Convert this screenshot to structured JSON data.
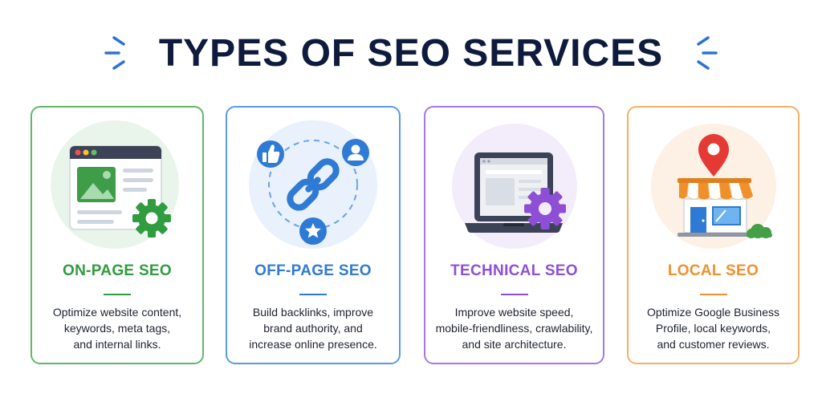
{
  "header": {
    "title": "TYPES OF SEO SERVICES"
  },
  "colors": {
    "title": "#0f1b3d",
    "accent_blue": "#2a74d4",
    "on_page": "#2f9c3f",
    "off_page": "#2f7ad4",
    "technical": "#8e4fd6",
    "local": "#f0902a"
  },
  "cards": [
    {
      "title": "ON-PAGE SEO",
      "desc": [
        "Optimize website content,",
        "keywords, meta tags,",
        "and internal links."
      ],
      "icon": "webpage-gear-icon"
    },
    {
      "title": "OFF-PAGE SEO",
      "desc": [
        "Build backlinks, improve",
        "brand authority, and",
        "increase online presence."
      ],
      "icon": "link-network-icon"
    },
    {
      "title": "TECHNICAL SEO",
      "desc": [
        "Improve website speed,",
        "mobile-friendliness, crawlability,",
        "and site architecture."
      ],
      "icon": "laptop-gear-icon"
    },
    {
      "title": "LOCAL SEO",
      "desc": [
        "Optimize Google Business",
        "Profile, local keywords,",
        "and customer reviews."
      ],
      "icon": "storefront-pin-icon"
    }
  ]
}
